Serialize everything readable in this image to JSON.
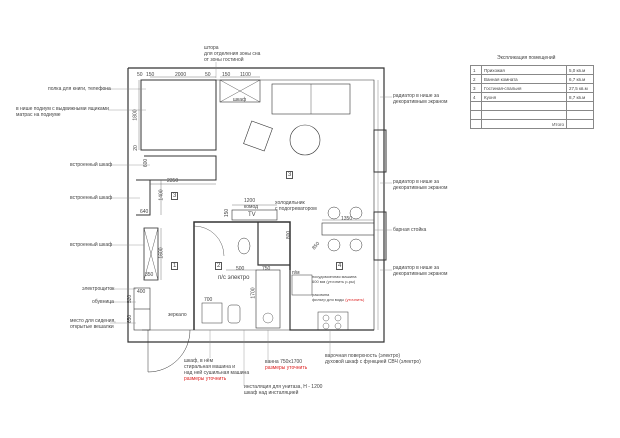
{
  "legend": {
    "title": "Экспликация помещений",
    "rows": [
      {
        "num": "1",
        "name": "Прихожая",
        "area": "5,0 кв.м"
      },
      {
        "num": "2",
        "name": "Ванная комната",
        "area": "6,7 кв.м"
      },
      {
        "num": "3",
        "name": "Гостиная-спальня",
        "area": "27,5 кв.м"
      },
      {
        "num": "4",
        "name": "Кухня",
        "area": "8,7 кв.м"
      },
      {
        "num": "",
        "name": "",
        "area": ""
      },
      {
        "num": "",
        "name": "",
        "area": ""
      },
      {
        "num": "",
        "name": "Итого",
        "area": ""
      }
    ]
  },
  "rooms": {
    "r1": "1",
    "r2": "2",
    "r3": "3",
    "r3b": "3",
    "r4": "4"
  },
  "dimensions": {
    "d50a": "50",
    "d150a": "150",
    "d2000": "2000",
    "d50b": "50",
    "d150b": "150",
    "d1100": "1100",
    "d1800": "1800",
    "d20": "20",
    "d600": "600",
    "d2350": "2350",
    "d1400": "1400",
    "d640": "640",
    "d1600": "1600",
    "d350": "350",
    "d400": "400",
    "d520": "520",
    "d650": "650",
    "d1200": "1200",
    "d150c": "150",
    "d500": "500",
    "d750": "750",
    "d1700": "1700",
    "d700": "700",
    "d1350": "1350",
    "d800": "800",
    "d850": "850"
  },
  "annotations": {
    "curtain": [
      "штора",
      "для отделения зоны сна",
      "от зоны гостиной"
    ],
    "shelf": "полка для книги, телефона",
    "podium": [
      "в нише подиум с выдвижными ящиками",
      "матрас на подиуме"
    ],
    "wardrobe_label": "шкаф",
    "builtin1": "встроенный шкаф",
    "builtin2": "встроенный шкаф",
    "builtin3": "встроенный шкаф",
    "panel": "электрощиток",
    "shoes": "обувница",
    "seat": [
      "место для сидения,",
      "открытые вешалки"
    ],
    "mirror": "зеркало",
    "tv": "TV",
    "dresser": "комод",
    "fridge": [
      "холодильник",
      "с подогреватором"
    ],
    "riser": "п/с электро",
    "dishwasher_tag": "п/м",
    "dishwasher": [
      "посудомоечная машина",
      "600 мм (уточнить р-ры)"
    ],
    "sink": "раковина",
    "filter": "фильтр для воды",
    "filter_red": "(уточнить)",
    "radiator1": [
      "радиатор в нише за",
      "декоративным экраном"
    ],
    "radiator2": [
      "радиатор в нише за",
      "декоративным экраном"
    ],
    "radiator3": [
      "радиатор в нише за",
      "декоративным экраном"
    ],
    "bar": "барная стойка",
    "washer": [
      "шкаф, в нём",
      "стиральная машина и",
      "над ней сушильная машина"
    ],
    "washer_red": "размеры уточнить",
    "bath": "ванна 750x1700",
    "bath_red": "размеры уточнить",
    "install": [
      "инсталяция для унитаза, Н - 1200",
      "шкаф над инсталяцией"
    ],
    "hob": [
      "варочная поверхность (электро)",
      "духовой шкаф с функцией СВЧ (электро)"
    ]
  }
}
